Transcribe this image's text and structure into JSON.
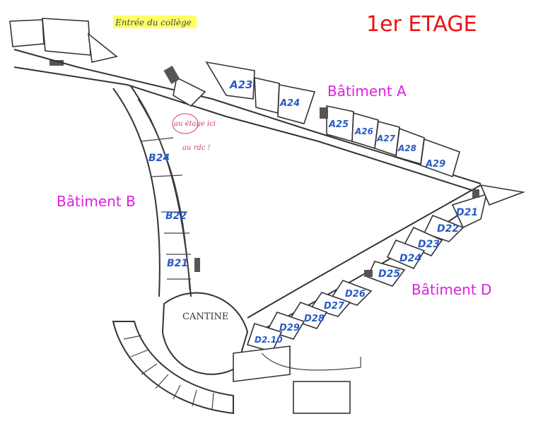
{
  "title": "1er ETAGE",
  "entrance": "Entrée du collège",
  "buildings": {
    "a": "Bâtiment A",
    "b": "Bâtiment B",
    "d": "Bâtiment D"
  },
  "canteen": "CANTINE",
  "note": {
    "bubble": "au étage ici",
    "below": "au rdc !"
  },
  "colors": {
    "title": "#ee1010",
    "building": "#e020e0",
    "room": "#2a5bc4",
    "highlight": "#ffff66"
  },
  "rooms": {
    "a": [
      "A23",
      "A24",
      "A25",
      "A26",
      "A27",
      "A28",
      "A29"
    ],
    "b": [
      "B24",
      "B22",
      "B21"
    ],
    "d": [
      "D21",
      "D22",
      "D23",
      "D24",
      "D25",
      "D26",
      "D27",
      "D28",
      "D29",
      "D2.10"
    ]
  }
}
